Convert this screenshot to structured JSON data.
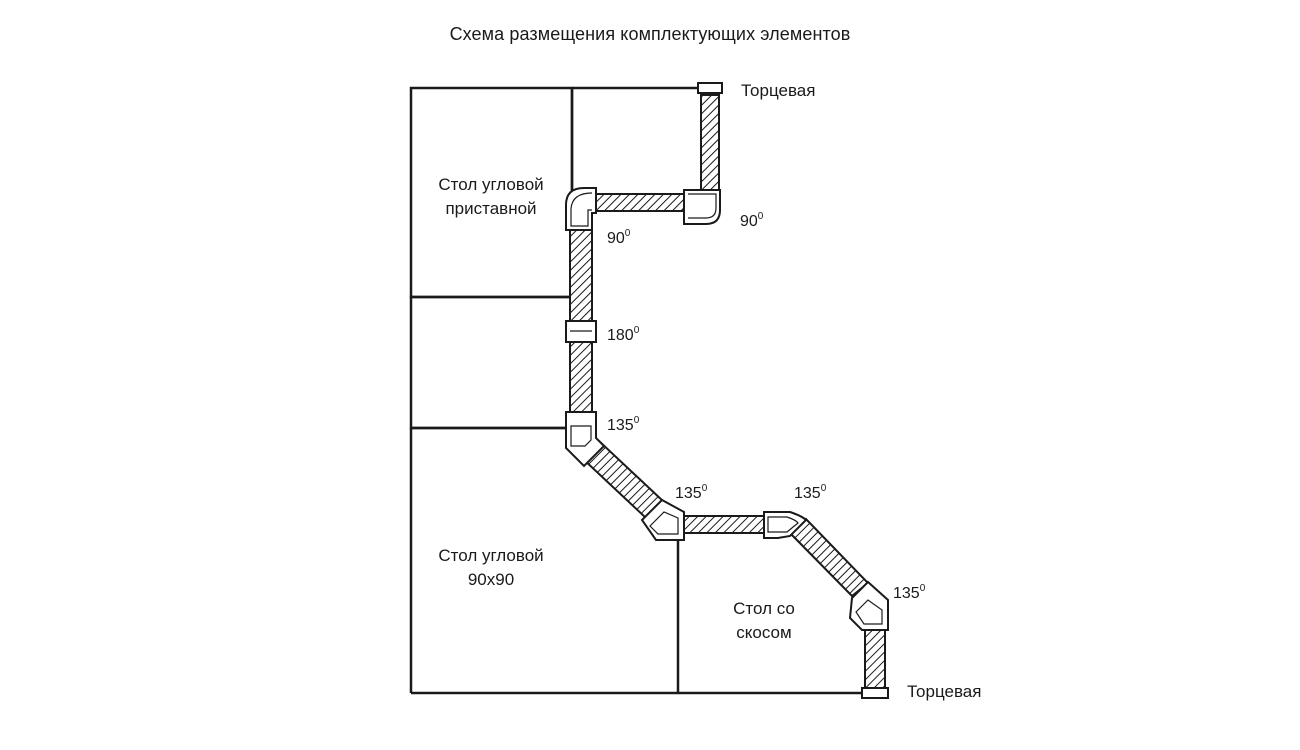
{
  "title": "Схема размещения комплектующих элементов",
  "tables": {
    "corner_attached": [
      "Стол угловой",
      "приставной"
    ],
    "corner_90": [
      "Стол угловой",
      "90x90"
    ],
    "bevel": [
      "Стол со",
      "скосом"
    ]
  },
  "end_caps": {
    "top": "Торцевая",
    "bottom": "Торцевая"
  },
  "angles": {
    "top_right": {
      "value": "90",
      "sup": "0"
    },
    "top_left": {
      "value": "90",
      "sup": "0"
    },
    "straight": {
      "value": "180",
      "sup": "0"
    },
    "bend_1": {
      "value": "135",
      "sup": "0"
    },
    "bend_2": {
      "value": "135",
      "sup": "0"
    },
    "bend_3": {
      "value": "135",
      "sup": "0"
    },
    "bend_4": {
      "value": "135",
      "sup": "0"
    }
  }
}
